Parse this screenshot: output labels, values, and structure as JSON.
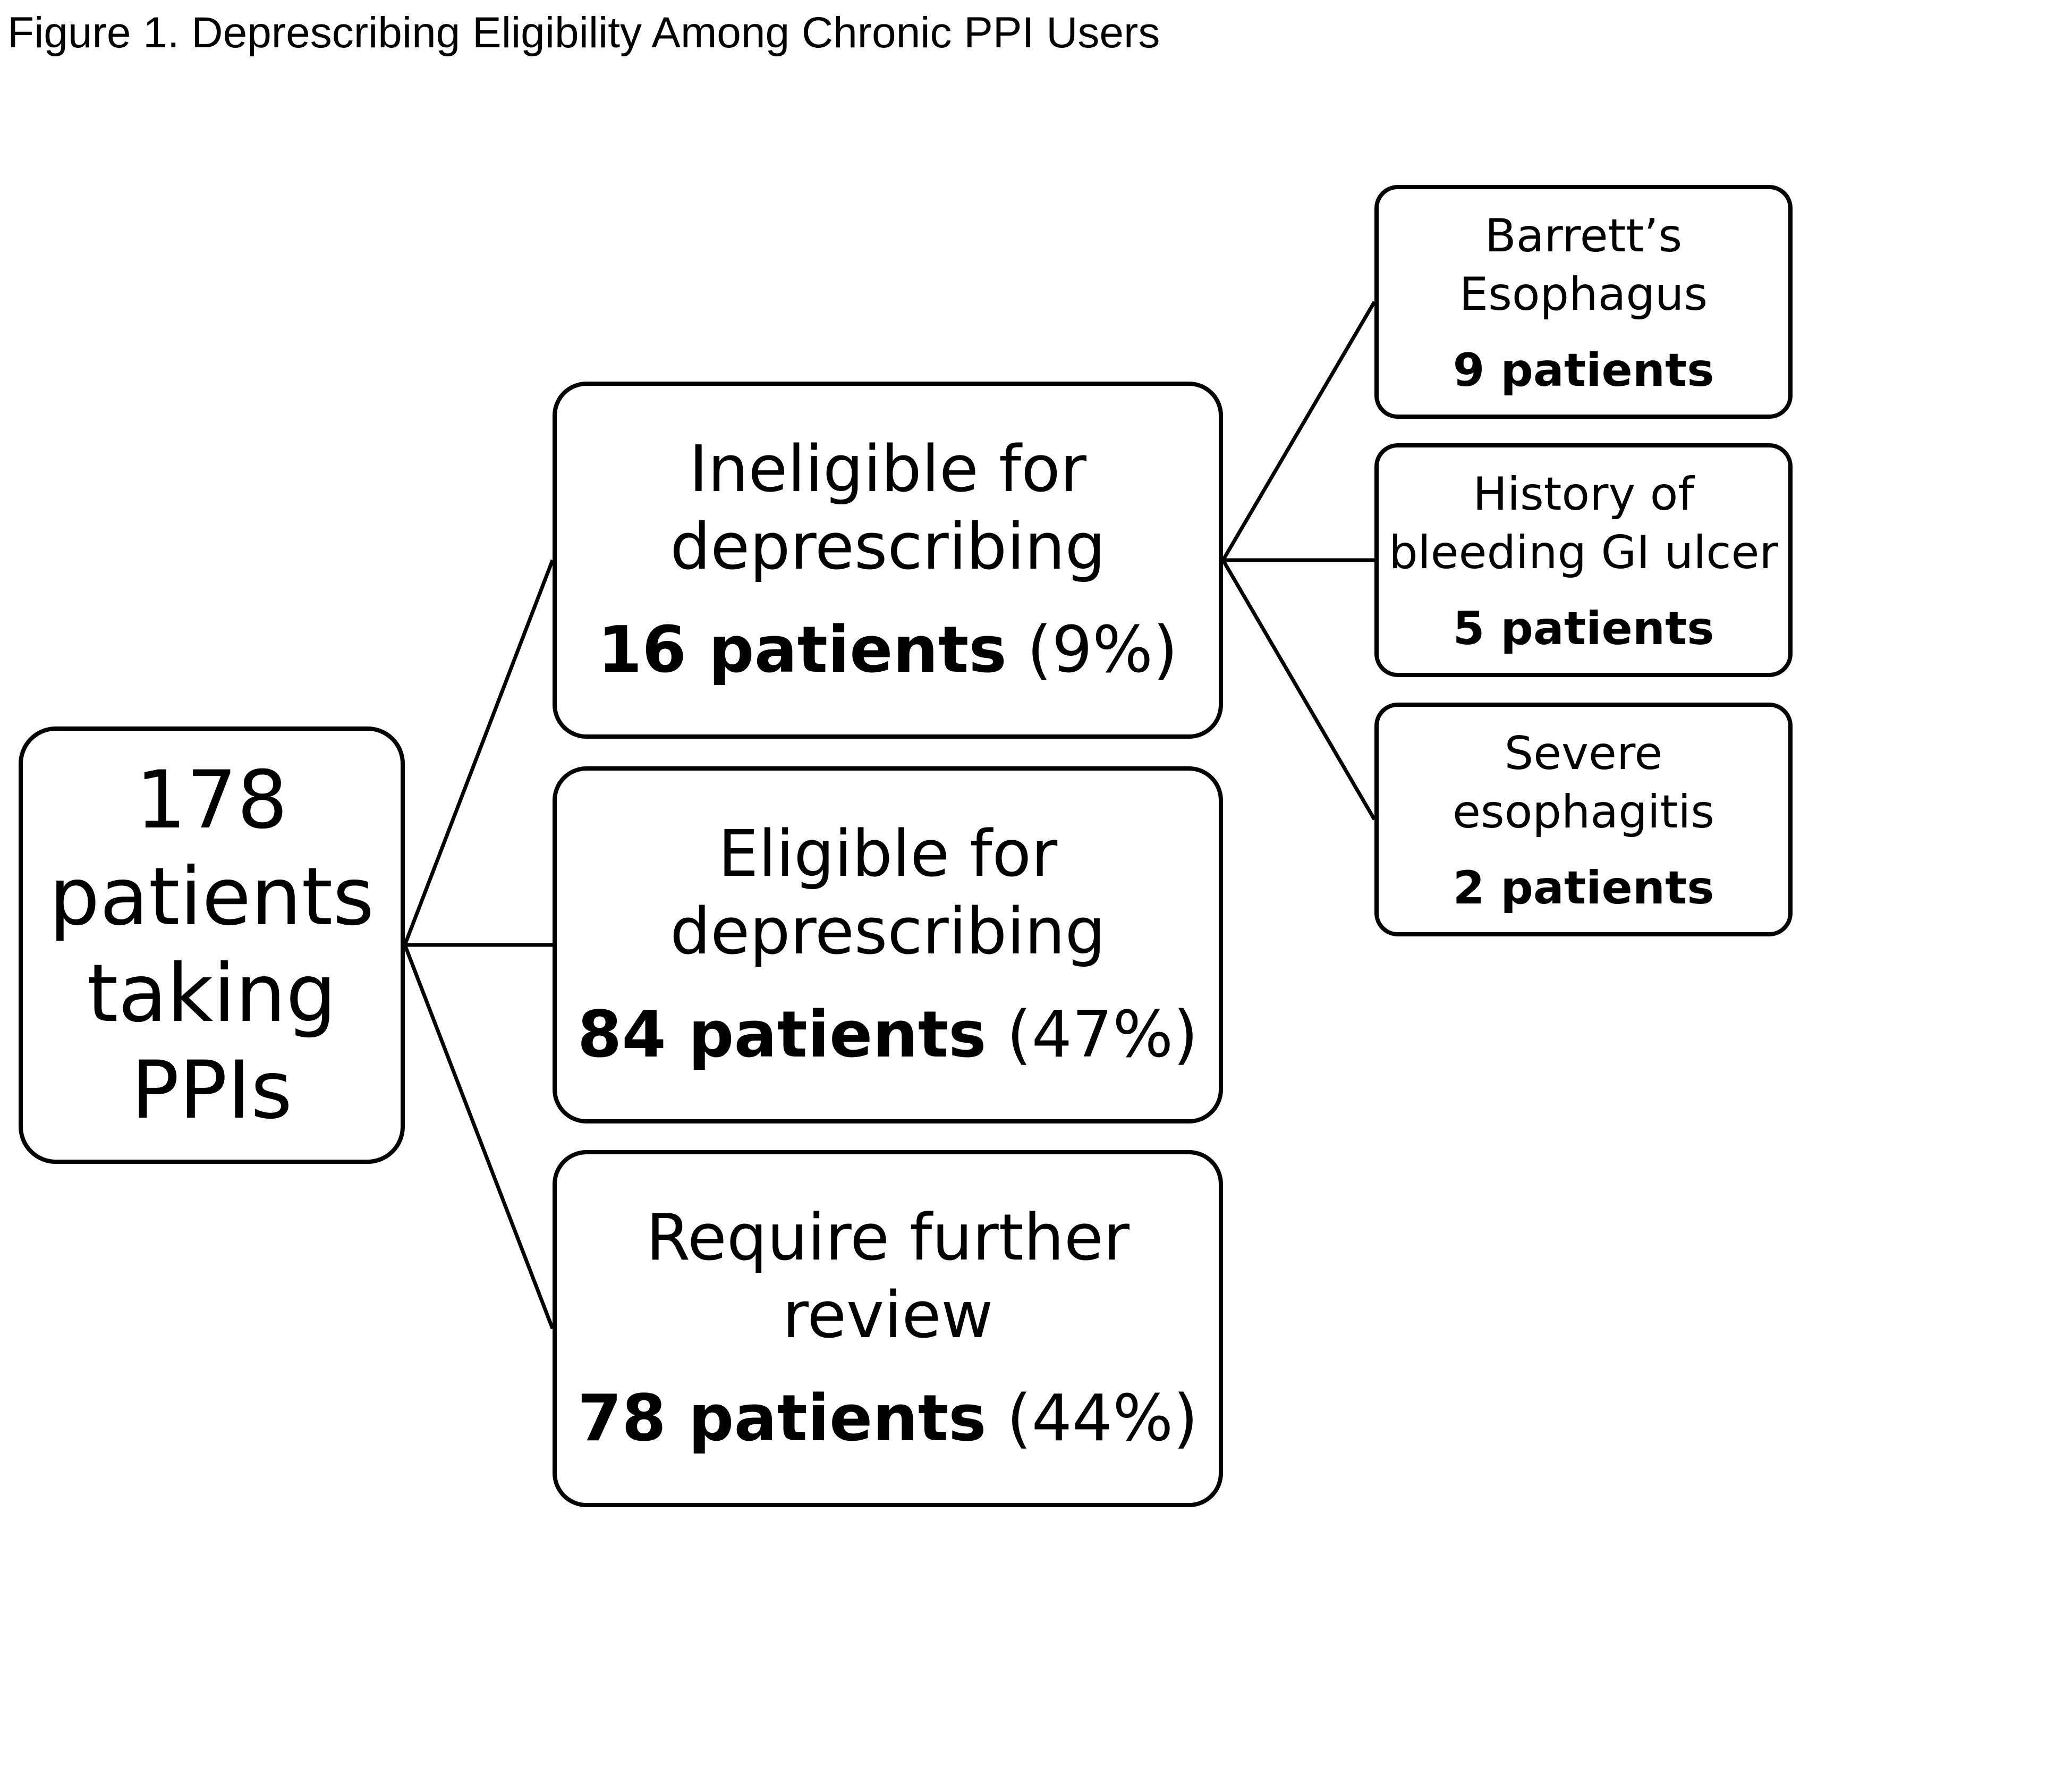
{
  "figure_title": "Figure 1. Deprescribing Eligibility Among Chronic PPI Users",
  "root": {
    "label": "178 patients taking PPIs"
  },
  "groups": [
    {
      "label": "Ineligible for deprescribing",
      "count": "16 patients",
      "percent": "(9%)"
    },
    {
      "label": "Eligible for deprescribing",
      "count": "84 patients",
      "percent": "(47%)"
    },
    {
      "label": "Require further review",
      "count": "78 patients",
      "percent": "(44%)"
    }
  ],
  "ineligible_reasons": [
    {
      "label": "Barrett’s Esophagus",
      "count": "9 patients"
    },
    {
      "label": "History of bleeding GI ulcer",
      "count": "5 patients"
    },
    {
      "label": "Severe esophagitis",
      "count": "2 patients"
    }
  ]
}
